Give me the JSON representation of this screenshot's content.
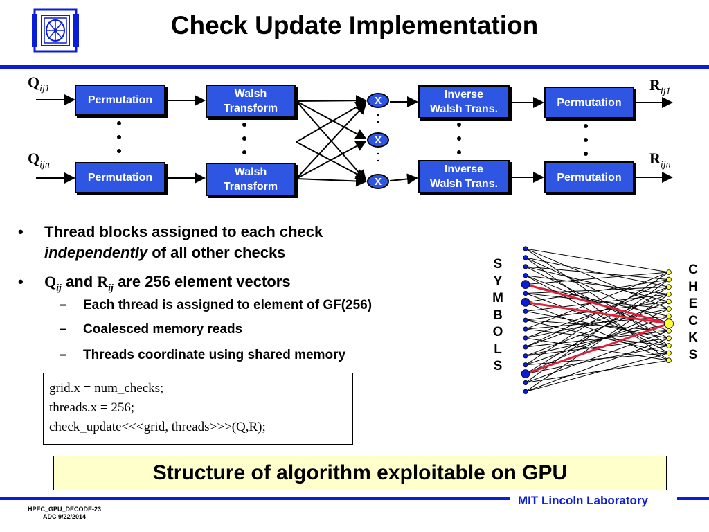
{
  "title": "Check Update Implementation",
  "diagram": {
    "input_top": {
      "base": "Q",
      "sub": "ij1"
    },
    "input_bottom": {
      "base": "Q",
      "sub": "ijn"
    },
    "output_top": {
      "base": "R",
      "sub": "ij1"
    },
    "output_bottom": {
      "base": "R",
      "sub": "ijn"
    },
    "perm_label": "Permutation",
    "walsh_label_1": "Walsh",
    "walsh_label_2": "Transform",
    "inv_label_1": "Inverse",
    "inv_label_2": "Walsh Trans.",
    "mult_label": "X"
  },
  "bullets": {
    "b1_line1": "Thread blocks assigned to each check",
    "b1_italic": "independently",
    "b1_rest": " of all other checks",
    "b2_q": {
      "base": "Q",
      "sub": "ij"
    },
    "b2_and": "and",
    "b2_r": {
      "base": "R",
      "sub": "ij"
    },
    "b2_rest": "are 256 element vectors",
    "subs": [
      "Each thread is assigned to element of GF(256)",
      "Coalesced memory reads",
      "Threads coordinate using shared memory"
    ]
  },
  "code": [
    "grid.x = num_checks;",
    "threads.x = 256;",
    "check_update<<<grid, threads>>>(Q,R);"
  ],
  "graph": {
    "symbols_label": [
      "S",
      "Y",
      "M",
      "B",
      "O",
      "L",
      "S"
    ],
    "checks_label": [
      "C",
      "H",
      "E",
      "C",
      "K",
      "S"
    ],
    "symbol_color": "#0b1dd6",
    "check_color": "#ffff33",
    "highlight_color": "#e0203a"
  },
  "banner": "Structure of algorithm exploitable on GPU",
  "footer": {
    "line1": "HPEC_GPU_DECODE-23",
    "line2": "ADC 9/22/2014"
  },
  "lab": "MIT Lincoln Laboratory"
}
